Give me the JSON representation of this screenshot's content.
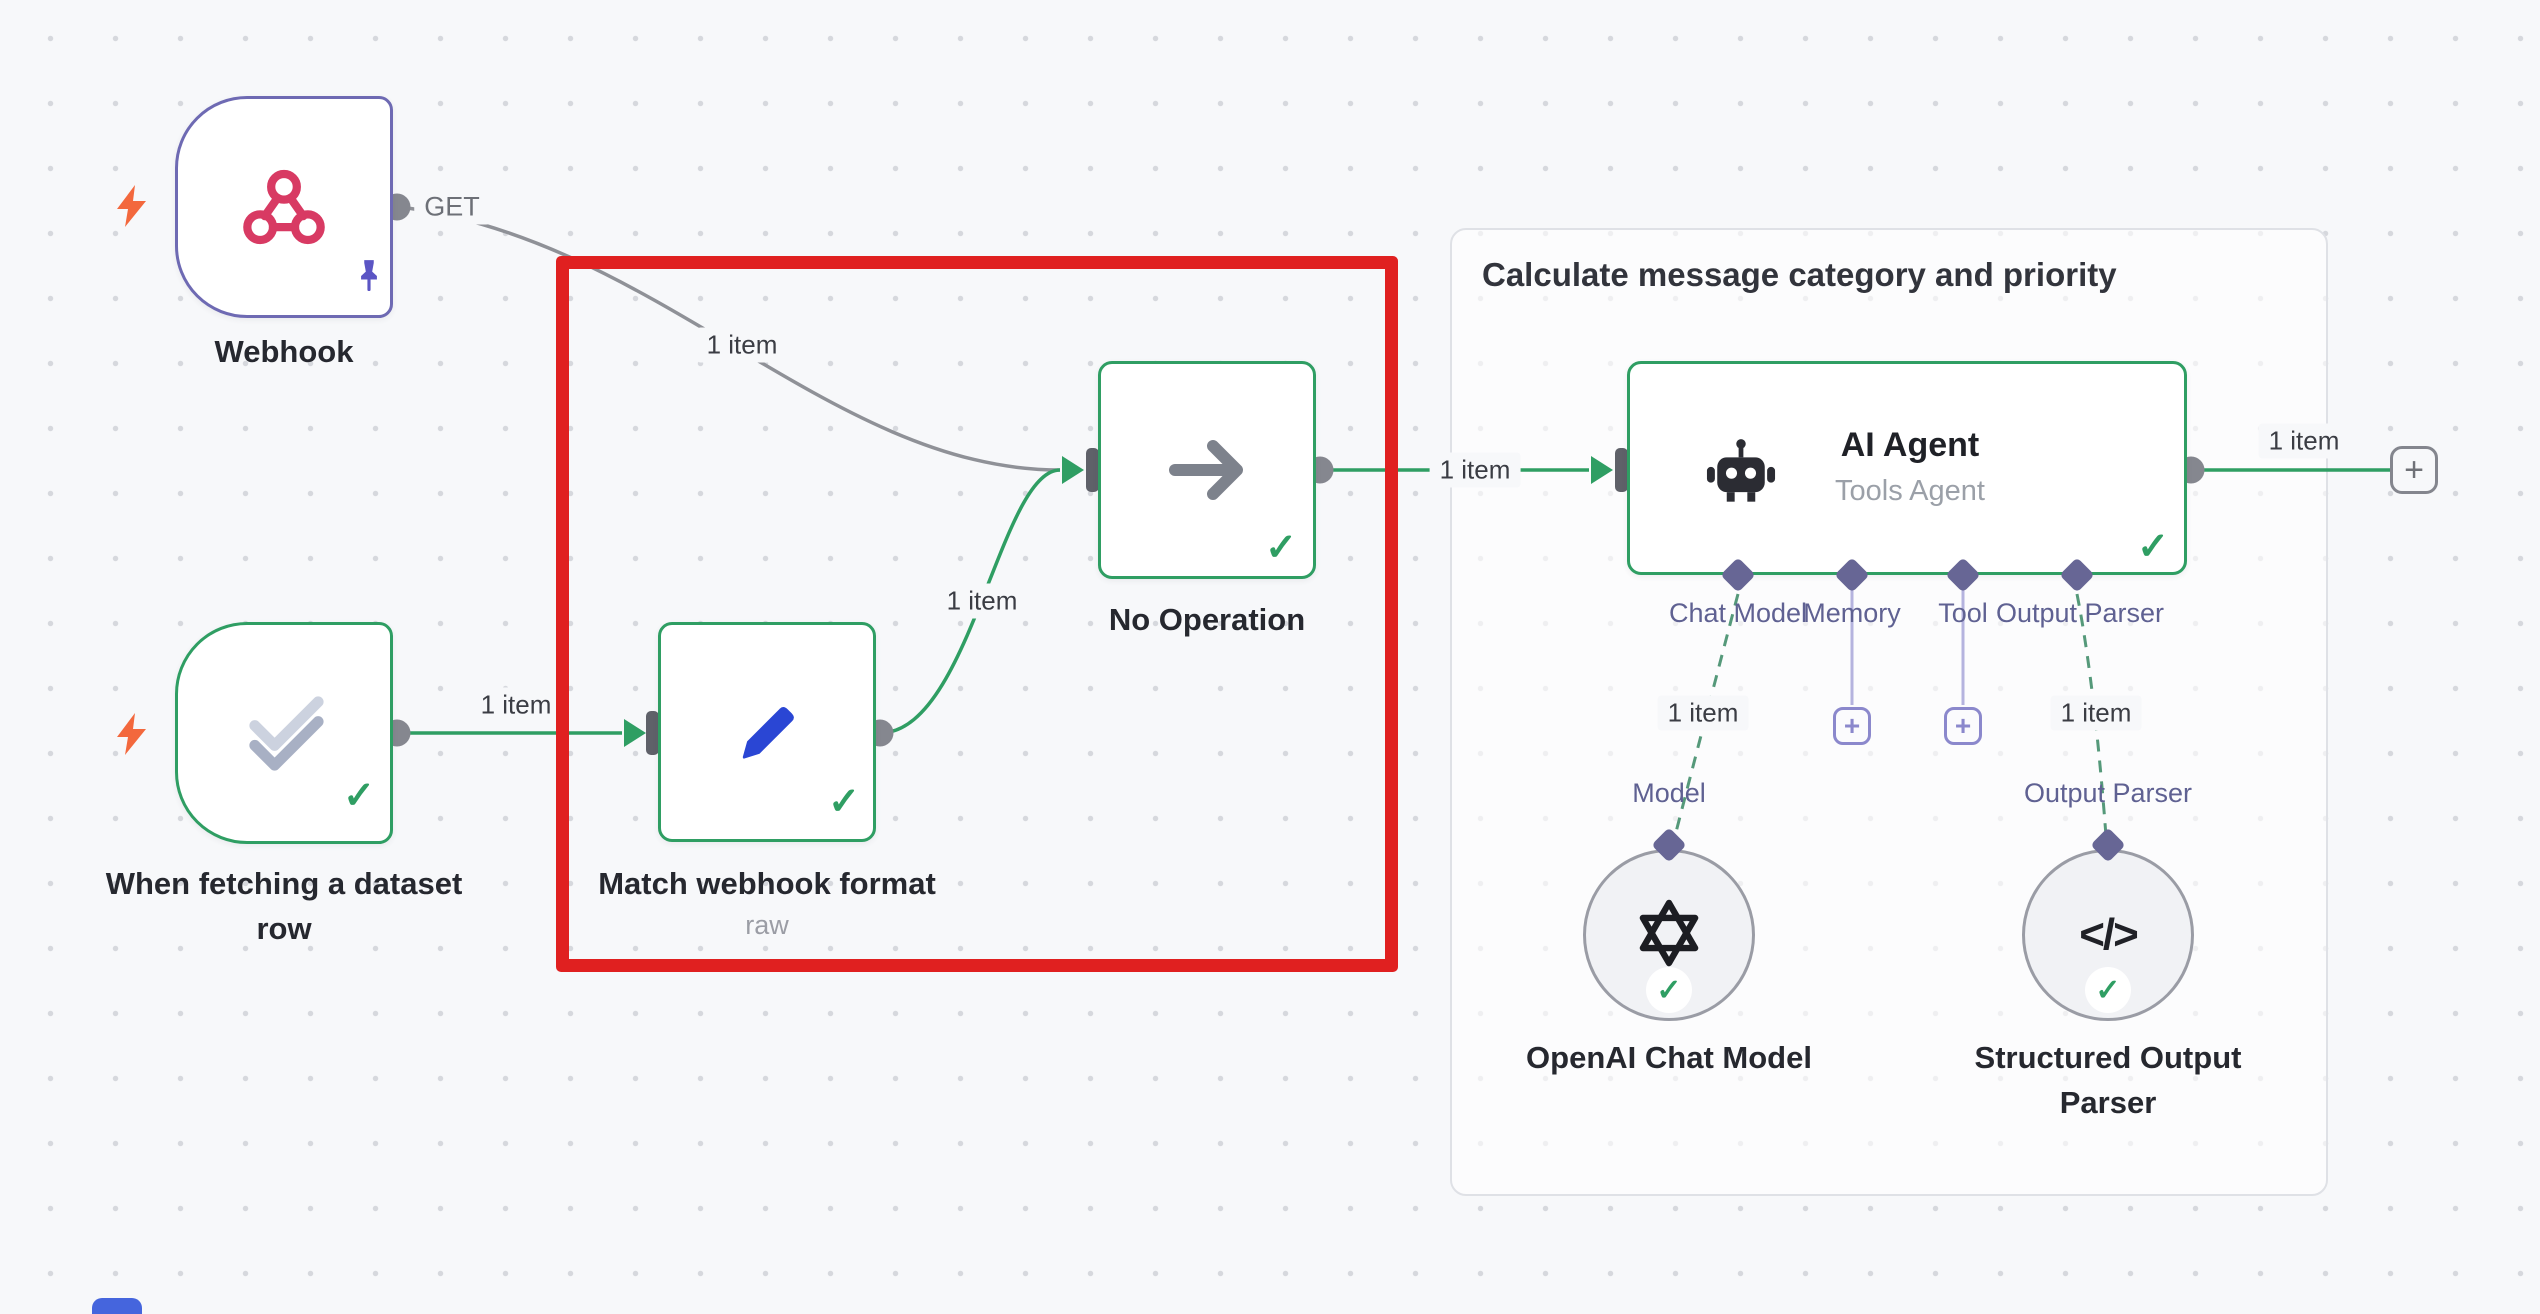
{
  "group": {
    "title": "Calculate message category and priority"
  },
  "nodes": {
    "webhook": {
      "label": "Webhook"
    },
    "dataset_trigger": {
      "label": "When fetching a dataset row"
    },
    "match_format": {
      "label": "Match webhook format",
      "subtitle": "raw"
    },
    "no_operation": {
      "label": "No Operation"
    },
    "ai_agent": {
      "title": "AI Agent",
      "subtitle": "Tools Agent",
      "ports": [
        "Chat Model",
        "Memory",
        "Tool",
        "Output Parser"
      ]
    },
    "openai_model": {
      "label": "OpenAI Chat Model",
      "port": "Model"
    },
    "structured_parser": {
      "label": "Structured Output Parser",
      "port": "Output Parser"
    }
  },
  "edges": {
    "webhook_method": "GET",
    "webhook_to_noop": "1 item",
    "dataset_to_match": "1 item",
    "match_to_noop": "1 item",
    "noop_to_agent": "1 item",
    "agent_to_next": "1 item",
    "agent_to_model": "1 item",
    "agent_to_parser": "1 item"
  },
  "icons": {
    "plus": "+",
    "check": "✓",
    "code": "</>"
  },
  "colors": {
    "success": "#2f9e63",
    "annotation": "#e02020",
    "trigger_accent": "#6e6ab3",
    "canvas": "#f7f8fa"
  }
}
